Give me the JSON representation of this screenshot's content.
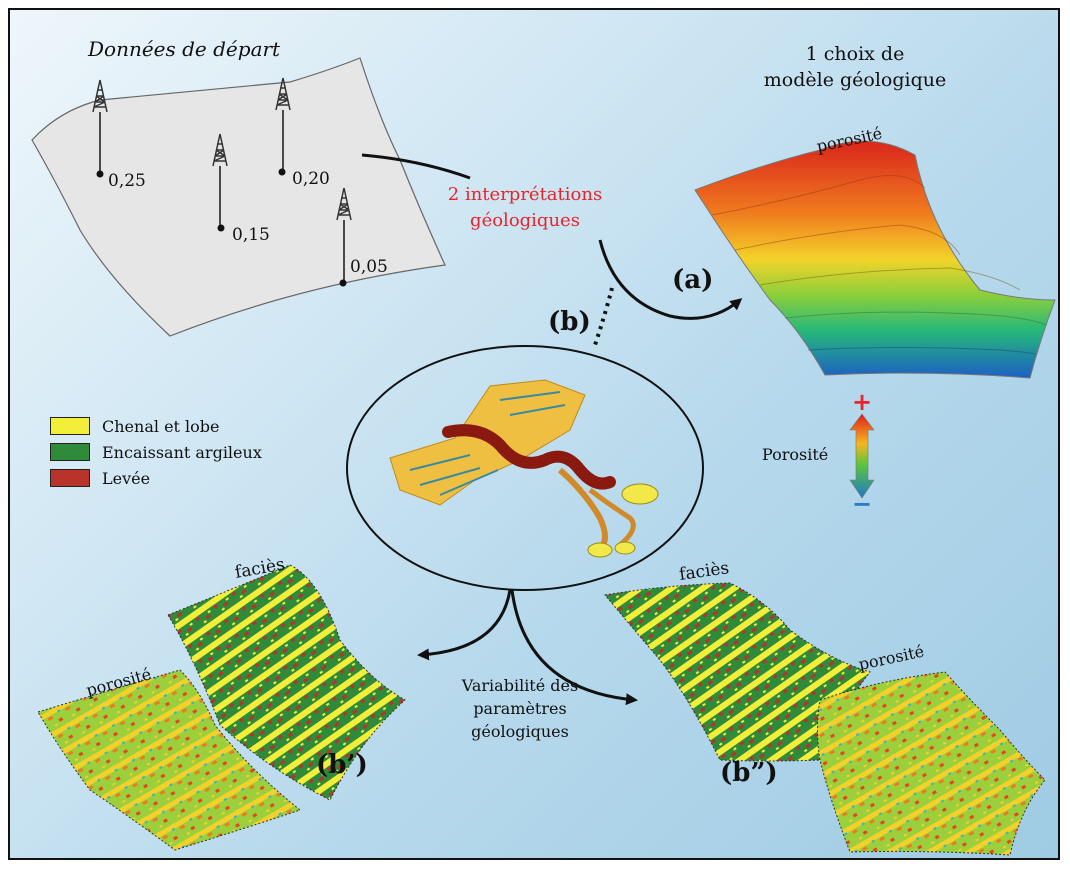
{
  "source": {
    "title": "Données de départ",
    "wells": [
      "0,25",
      "0,15",
      "0,20",
      "0,05"
    ]
  },
  "interpretations": {
    "line1": "2 interprétations",
    "line2": "géologiques"
  },
  "model": {
    "line1": "1 choix de",
    "line2": "modèle géologique",
    "surface_label": "porosité",
    "tag": "(a)"
  },
  "branch_b": {
    "tag": "(b)"
  },
  "legend": {
    "items": [
      {
        "label": "Chenal et lobe",
        "color": "#f2ee3a"
      },
      {
        "label": "Encaissant argileux",
        "color": "#2f8a3a"
      },
      {
        "label": "Levée",
        "color": "#b8332a"
      }
    ]
  },
  "porosity_scale": {
    "label": "Porosité",
    "plus": "+",
    "minus": "−"
  },
  "variability": {
    "line1": "Variabilité des",
    "line2": "paramètres",
    "line3": "géologiques"
  },
  "left_pair": {
    "facies_label": "faciès",
    "porosity_label": "porosité",
    "tag": "(b’)"
  },
  "right_pair": {
    "facies_label": "faciès",
    "porosity_label": "porosité",
    "tag": "(b”)"
  },
  "colors": {
    "accent_red": "#e8242a",
    "facies_green": "#2f8a3a",
    "facies_yellow": "#f2ee3a",
    "facies_red": "#b8332a"
  }
}
